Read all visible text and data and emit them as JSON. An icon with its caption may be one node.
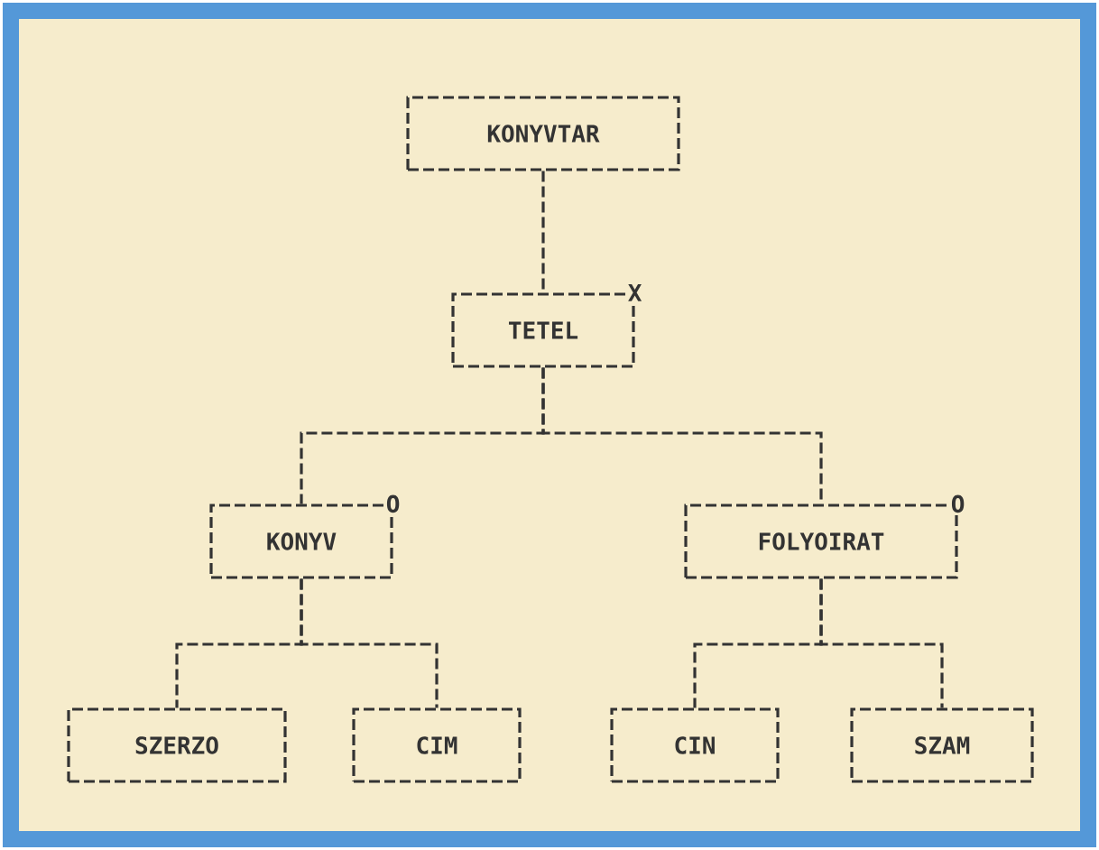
{
  "diagram": {
    "nodes": [
      {
        "text": [
          "KONYVTAR"
        ]
      },
      {
        "text": [
          "TETEL"
        ],
        "beside": [
          "X"
        ]
      },
      {
        "text": [
          "KONYV"
        ],
        "beside": [
          "O"
        ]
      },
      {
        "text": [
          "FOLYOIRAT"
        ],
        "beside": [
          "O"
        ]
      },
      {
        "text": [
          "SZERZO"
        ]
      },
      {
        "text": [
          "CIM"
        ]
      },
      {
        "text": [
          "CIN"
        ]
      },
      {
        "text": [
          "SZAM"
        ]
      }
    ],
    "edges": [
      {
        "from": 0,
        "to": 1,
        "arrow": "none"
      },
      {
        "from": 1,
        "to": 2,
        "arrow": "none"
      },
      {
        "from": 1,
        "to": 3,
        "arrow": "none"
      },
      {
        "from": 2,
        "to": 4,
        "arrow": "none"
      },
      {
        "from": 2,
        "to": 5,
        "arrow": "none"
      },
      {
        "from": 3,
        "to": 6,
        "arrow": "none"
      },
      {
        "from": 3,
        "to": 7,
        "arrow": "none"
      }
    ]
  }
}
